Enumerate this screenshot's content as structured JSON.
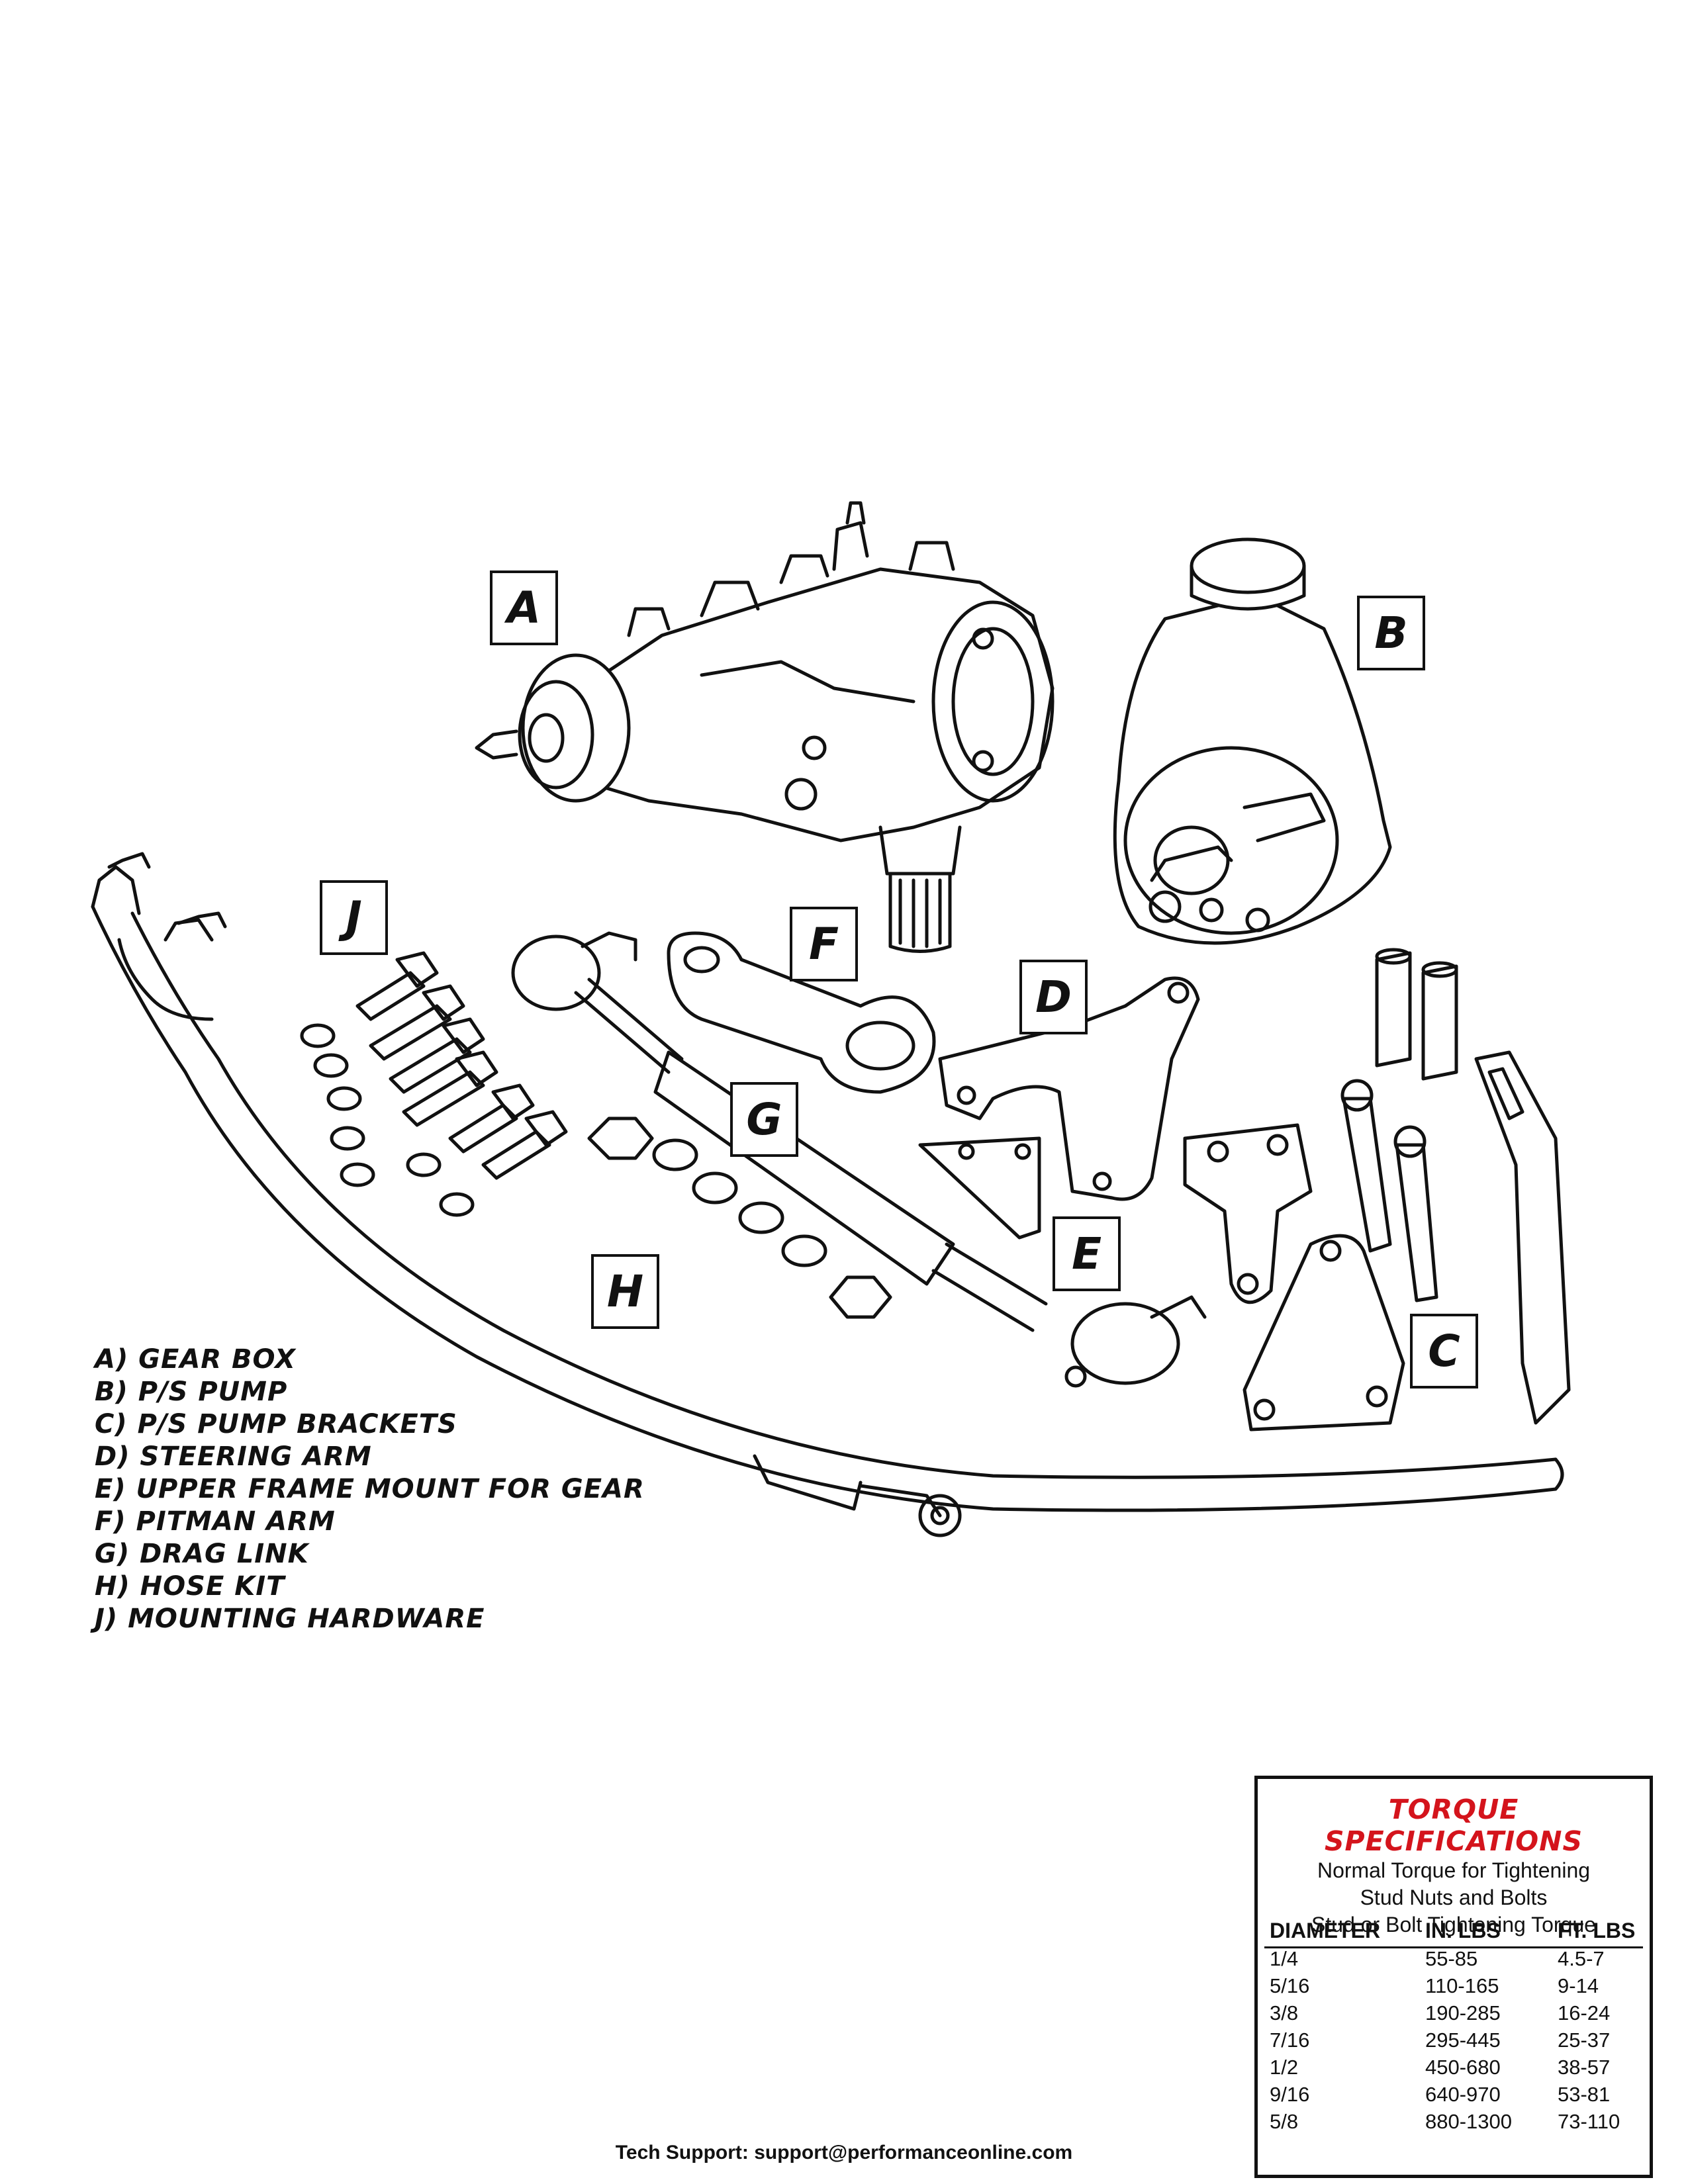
{
  "callouts": {
    "a": "A",
    "b": "B",
    "c": "C",
    "d": "D",
    "e": "E",
    "f": "F",
    "g": "G",
    "h": "H",
    "j": "J"
  },
  "legend": [
    "A) GEAR BOX",
    "B) P/S PUMP",
    "C) P/S PUMP BRACKETS",
    "D) STEERING ARM",
    "E) UPPER FRAME MOUNT FOR GEAR",
    "F) PITMAN ARM",
    "G) DRAG LINK",
    "H) HOSE KIT",
    "J) MOUNTING HARDWARE"
  ],
  "torque": {
    "title": "TORQUE SPECIFICATIONS",
    "subtitle": [
      "Normal Torque for Tightening",
      "Stud Nuts and Bolts",
      "Stud or Bolt Tightening Torque"
    ],
    "headers": [
      "DIAMETER",
      "IN. LBS",
      "FT. LBS"
    ],
    "rows": [
      [
        "1/4",
        "55-85",
        "4.5-7"
      ],
      [
        "5/16",
        "110-165",
        "9-14"
      ],
      [
        "3/8",
        "190-285",
        "16-24"
      ],
      [
        "7/16",
        "295-445",
        "25-37"
      ],
      [
        "1/2",
        "450-680",
        "38-57"
      ],
      [
        "9/16",
        "640-970",
        "53-81"
      ],
      [
        "5/8",
        "880-1300",
        "73-110"
      ]
    ]
  },
  "support": "Tech Support: support@performanceonline.com",
  "colors": {
    "title_red": "#d4141c",
    "line": "#111111"
  }
}
